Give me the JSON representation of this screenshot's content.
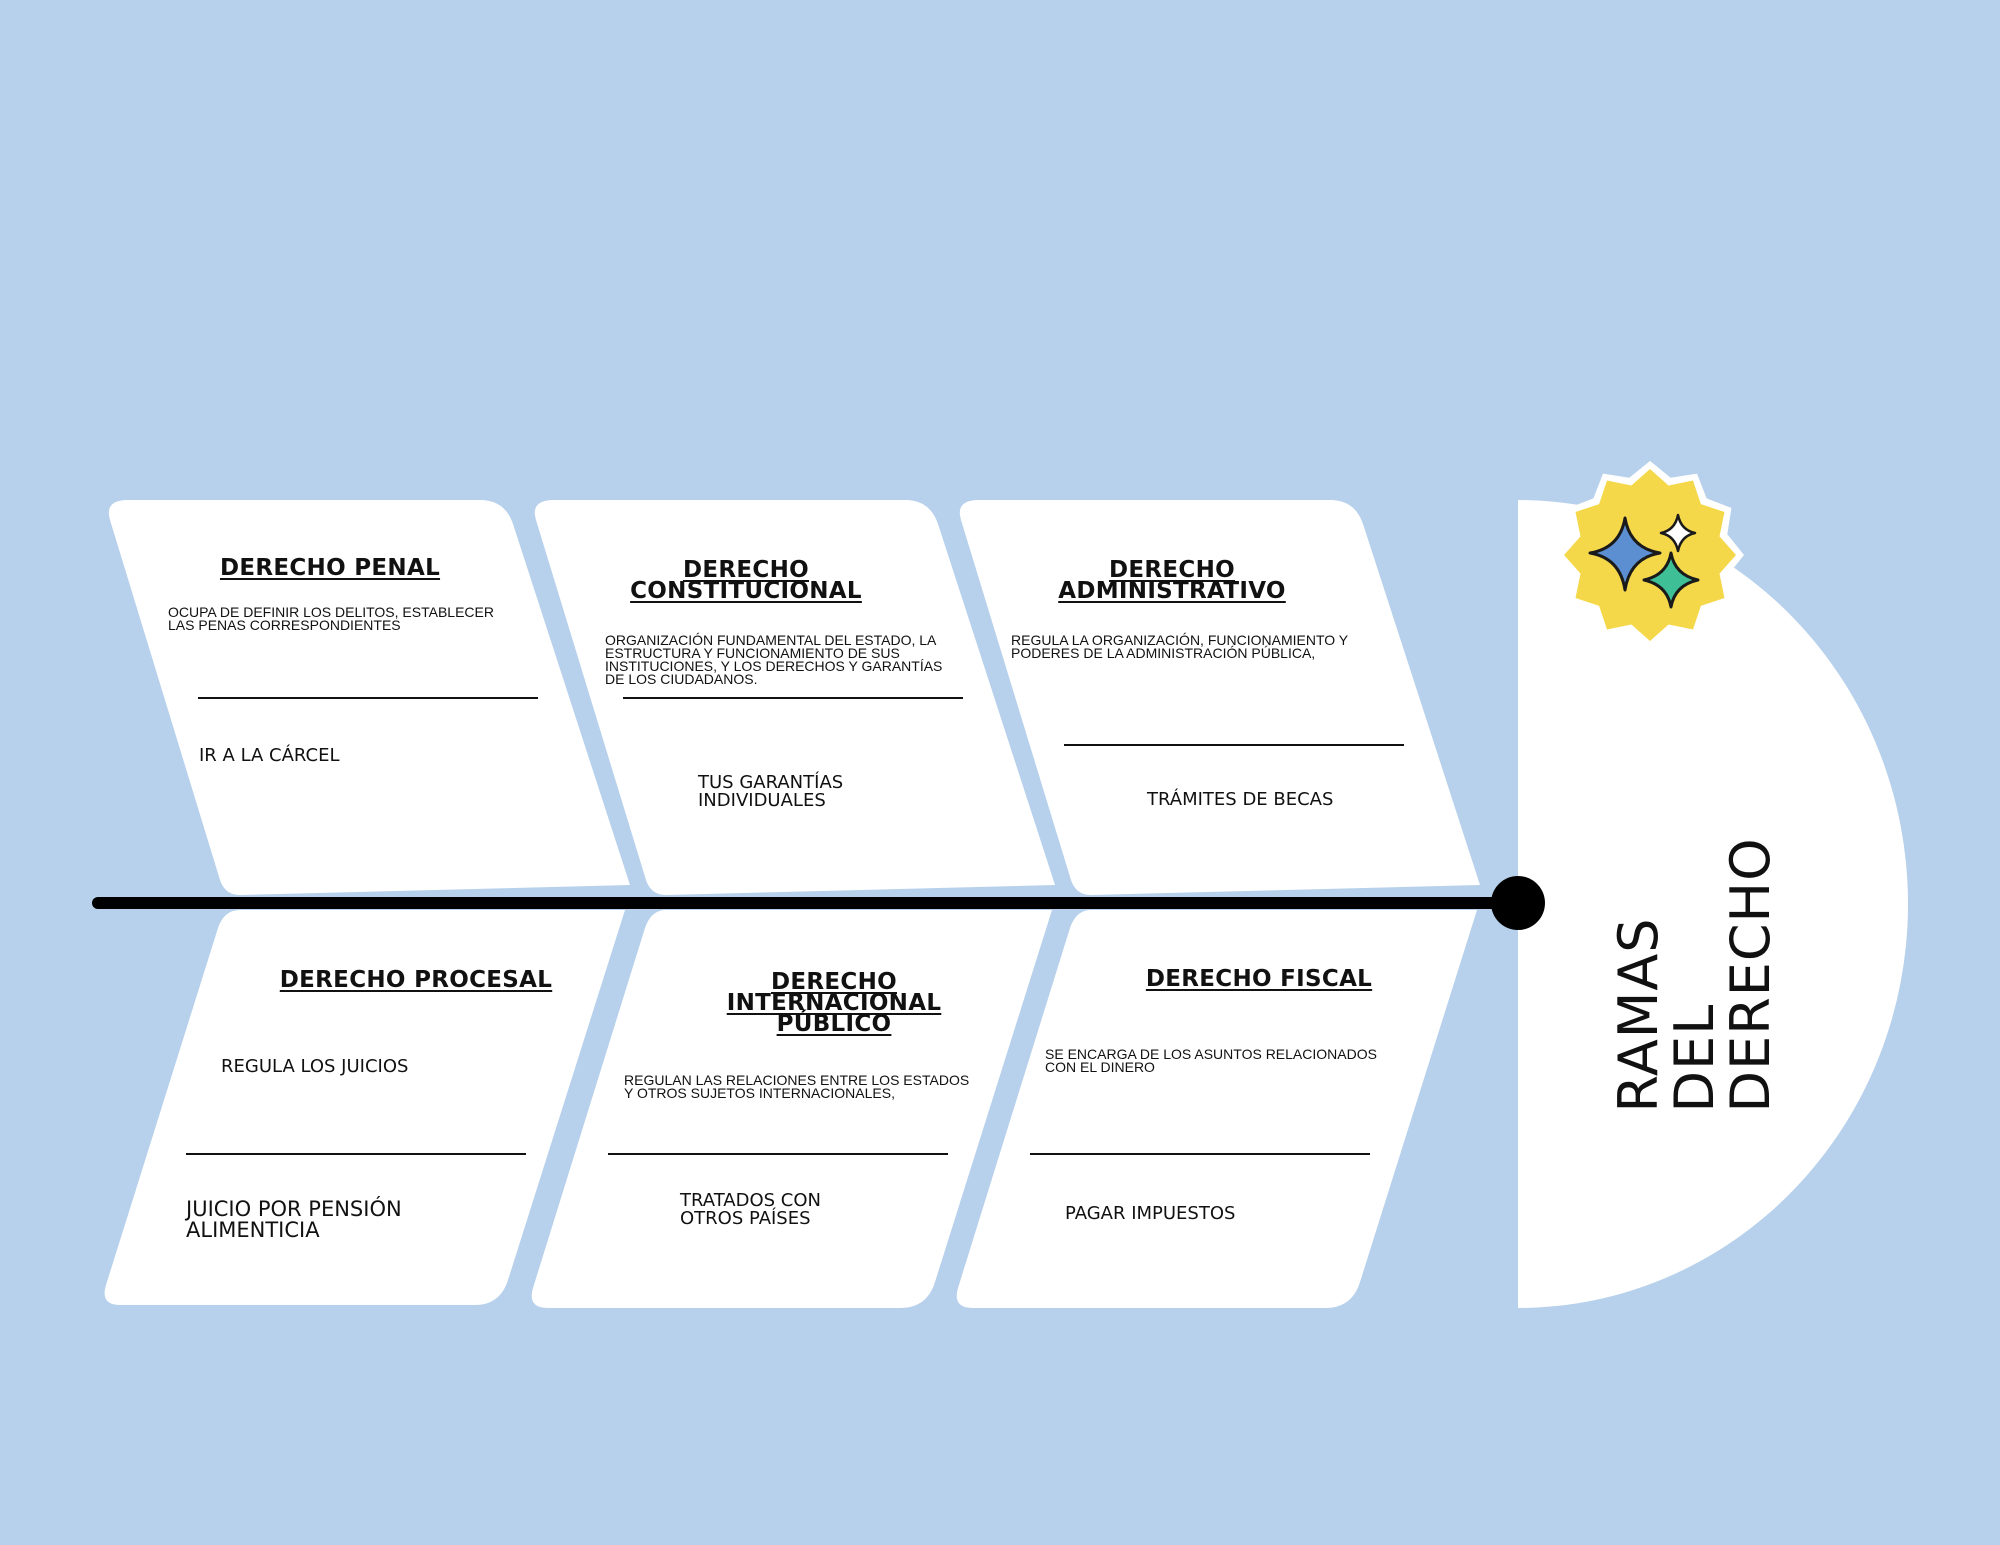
{
  "diagram": {
    "head_title": "RAMAS DEL\nDERECHO",
    "colors": {
      "background": "#b7d1ec",
      "card": "#ffffff",
      "spine": "#000000",
      "badge": "#f5d84a",
      "star_large": "#5b8fd1",
      "star_small": "#3fbf95",
      "star_tiny": "#ffffff"
    },
    "badge_icon": "sparkles-icon",
    "branches": [
      {
        "title": "DERECHO PENAL",
        "description": "OCUPA DE DEFINIR LOS DELITOS, ESTABLECER\nLAS PENAS CORRESPONDIENTES",
        "example": "IR A LA CÁRCEL"
      },
      {
        "title": "DERECHO\nCONSTITUCIONAL",
        "description": "ORGANIZACIÓN FUNDAMENTAL DEL ESTADO, LA\nESTRUCTURA Y FUNCIONAMIENTO DE SUS\nINSTITUCIONES, Y LOS DERECHOS Y GARANTÍAS\nDE LOS CIUDADANOS.",
        "example": "TUS GARANTÍAS\nINDIVIDUALES"
      },
      {
        "title": "DERECHO\nADMINISTRATIVO",
        "description": "REGULA LA ORGANIZACIÓN, FUNCIONAMIENTO Y\nPODERES DE LA ADMINISTRACIÓN PÚBLICA,",
        "example": "TRÁMITES DE BECAS"
      },
      {
        "title": "DERECHO PROCESAL",
        "description": "",
        "example": "JUICIO POR PENSIÓN\nALIMENTICIA",
        "note": "REGULA LOS JUICIOS"
      },
      {
        "title": "DERECHO\nINTERNACIONAL\nPÚBLICO",
        "description": "REGULAN LAS RELACIONES ENTRE LOS ESTADOS\nY OTROS SUJETOS INTERNACIONALES,",
        "example": "TRATADOS CON\nOTROS PAÍSES"
      },
      {
        "title": "DERECHO FISCAL",
        "description": "SE ENCARGA DE LOS ASUNTOS RELACIONADOS\nCON EL DINERO",
        "example": "PAGAR IMPUESTOS"
      }
    ]
  }
}
